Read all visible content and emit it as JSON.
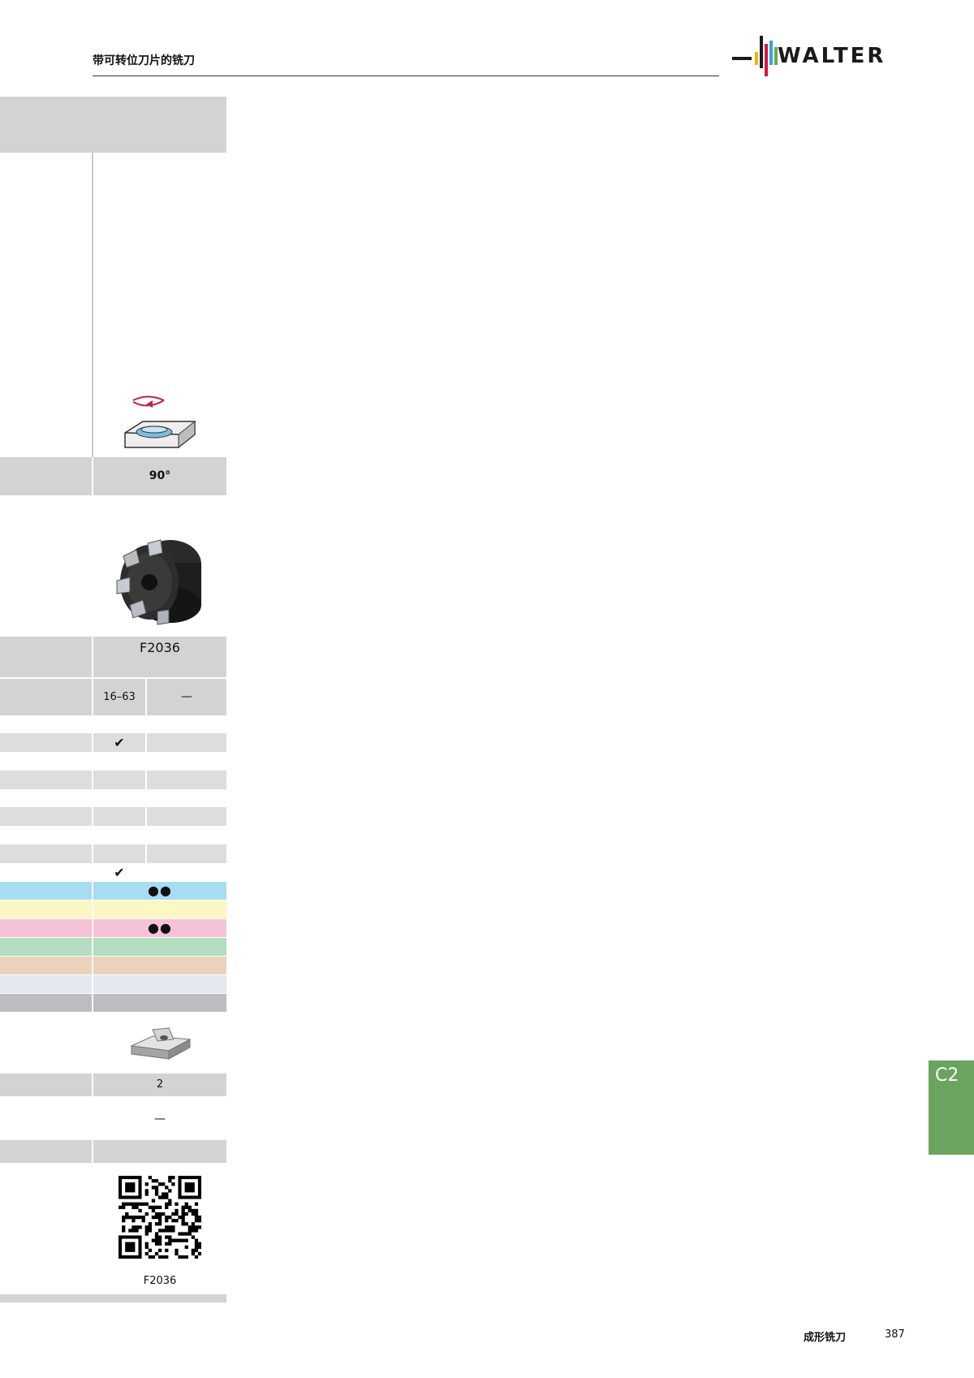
{
  "header": {
    "title": "带可转位刀片的铣刀",
    "logo_text": "WALTER"
  },
  "rows": {
    "angle": "90°",
    "product_code": "F2036",
    "diameter_range": "16–63",
    "diameter_alt": "—",
    "check_1": "✔",
    "check_2": "✔",
    "dots_blue": "●●",
    "dots_pink": "●●",
    "count": "2",
    "dash": "—",
    "qr_caption": "F2036"
  },
  "colors": {
    "gray": "#d2d3d5",
    "blue": "#a8dcf2",
    "yellow": "#fdf6c5",
    "pink": "#f6c2d8",
    "green": "#b4dcc0",
    "orange": "#ecd2bc",
    "lightgray": "#e3e7ee",
    "darkgray": "#bcbdc0",
    "tab": "#6aa45e"
  },
  "side_tab": {
    "label": "C2"
  },
  "footer": {
    "section": "成形铣刀",
    "page": "387"
  }
}
